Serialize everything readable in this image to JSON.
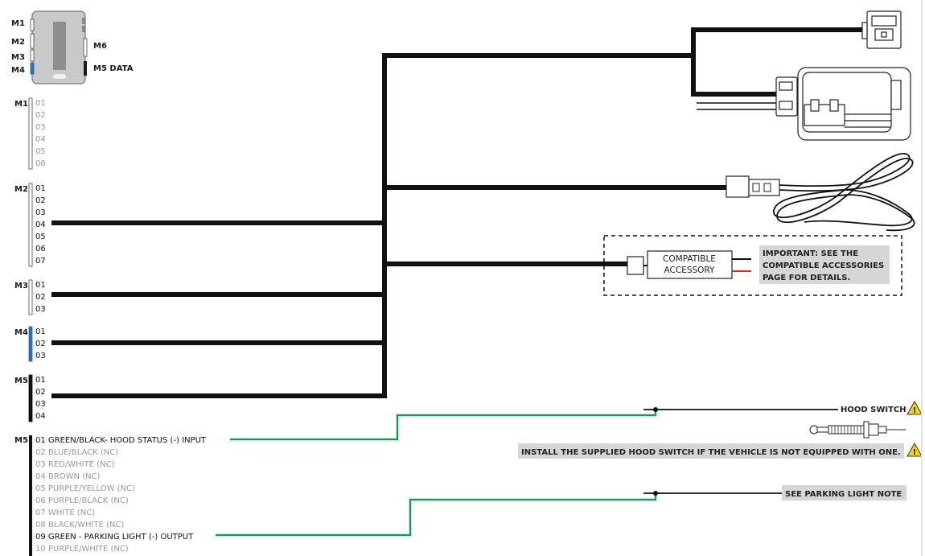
{
  "module_labels": {
    "m1": "M1",
    "m2": "M2",
    "m3": "M3",
    "m4": "M4",
    "m6": "M6",
    "m5_data": "M5 DATA"
  },
  "connectors": [
    {
      "id": "M1",
      "pins": [
        "01",
        "02",
        "03",
        "04",
        "05",
        "06"
      ],
      "active": [],
      "strip_color": "#ffffff"
    },
    {
      "id": "M2",
      "pins": [
        "01",
        "02",
        "03",
        "04",
        "05",
        "06",
        "07"
      ],
      "active": [
        "04"
      ],
      "strip_color": "#ffffff"
    },
    {
      "id": "M3",
      "pins": [
        "01",
        "02",
        "03"
      ],
      "active": [
        "02"
      ],
      "strip_color": "#ffffff"
    },
    {
      "id": "M4",
      "pins": [
        "01",
        "02",
        "03"
      ],
      "active": [
        "02"
      ],
      "strip_color": "#2e6db0"
    },
    {
      "id": "M5",
      "pins": [
        "01",
        "02",
        "03",
        "04"
      ],
      "active": [
        "03"
      ],
      "strip_color": "#111111"
    }
  ],
  "m5_wires": {
    "id": "M5",
    "pins": [
      {
        "text": "01 GREEN/BLACK- HOOD STATUS (-) INPUT",
        "active": true
      },
      {
        "text": "02 BLUE/BLACK (NC)",
        "active": false
      },
      {
        "text": "03 RED/WHITE (NC)",
        "active": false
      },
      {
        "text": "04 BROWN (NC)",
        "active": false
      },
      {
        "text": "05 PURPLE/YELLOW (NC)",
        "active": false
      },
      {
        "text": "06 PURPLE/BLACK (NC)",
        "active": false
      },
      {
        "text": "07 WHITE (NC)",
        "active": false
      },
      {
        "text": "08 BLACK/WHITE (NC)",
        "active": false
      },
      {
        "text": "09 GREEN - PARKING LIGHT (-) OUTPUT",
        "active": true
      },
      {
        "text": "10 PURPLE/WHITE (NC)",
        "active": false
      }
    ]
  },
  "accessory": {
    "line1": "COMPATIBLE",
    "line2": "ACCESSORY",
    "note_line1": "IMPORTANT: SEE THE",
    "note_line2": "COMPATIBLE ACCESSORIES",
    "note_line3": "PAGE FOR DETAILS."
  },
  "hood_switch_label": "HOOD SWITCH",
  "hood_switch_note": "INSTALL THE SUPPLIED HOOD SWITCH IF THE VEHICLE IS NOT EQUIPPED WITH ONE.",
  "parking_light_label": "SEE PARKING LIGHT NOTE",
  "icons": [
    "warning-icon",
    "module-icon",
    "harness-connector-icon",
    "control-unit-icon",
    "coiled-antenna-icon",
    "hood-switch-icon"
  ],
  "colors": {
    "wire_main": "#111111",
    "wire_green": "#1a9a5c",
    "wire_red": "#d42a2a",
    "m4_blue": "#2e6db0",
    "note_bg": "#d6d6d6",
    "warning_yellow": "#f5d21a"
  }
}
